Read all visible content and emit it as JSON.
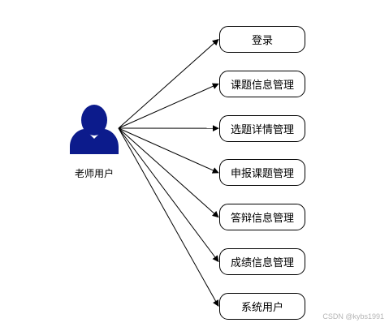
{
  "actor": {
    "label": "老师用户",
    "icon": "user-icon",
    "color": "#0c1b8c"
  },
  "functions": [
    {
      "label": "登录"
    },
    {
      "label": "课题信息管理"
    },
    {
      "label": "选题详情管理"
    },
    {
      "label": "申报课题管理"
    },
    {
      "label": "答辩信息管理"
    },
    {
      "label": "成绩信息管理"
    },
    {
      "label": "系统用户"
    }
  ],
  "watermark": "CSDN @kybs1991"
}
